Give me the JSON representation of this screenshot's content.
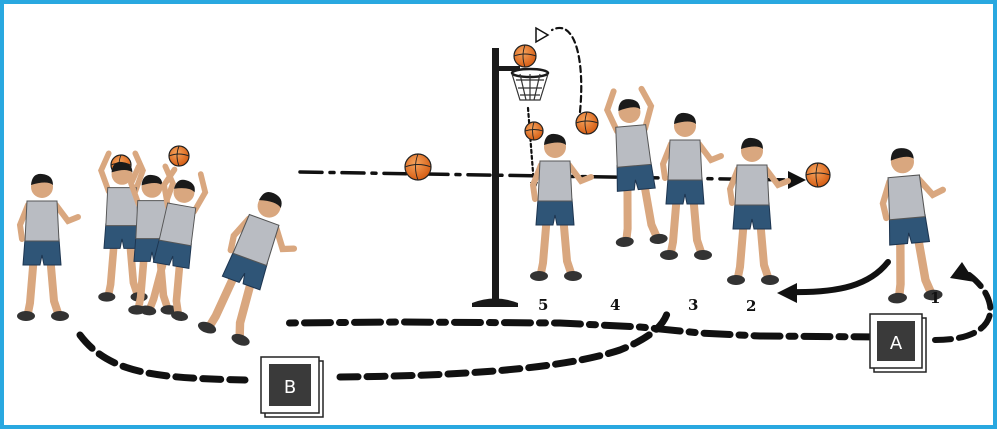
{
  "diagram": {
    "frame_color": "#29a8e0",
    "ball_color": "#e8742a",
    "jersey_color": "#b9bcc2",
    "shorts_color": "#2f5577",
    "marker_color": "#3a3a3a",
    "markers": [
      {
        "id": "A",
        "label": "A"
      },
      {
        "id": "B",
        "label": "B"
      }
    ],
    "step_labels": [
      "1",
      "2",
      "3",
      "4",
      "5"
    ]
  }
}
